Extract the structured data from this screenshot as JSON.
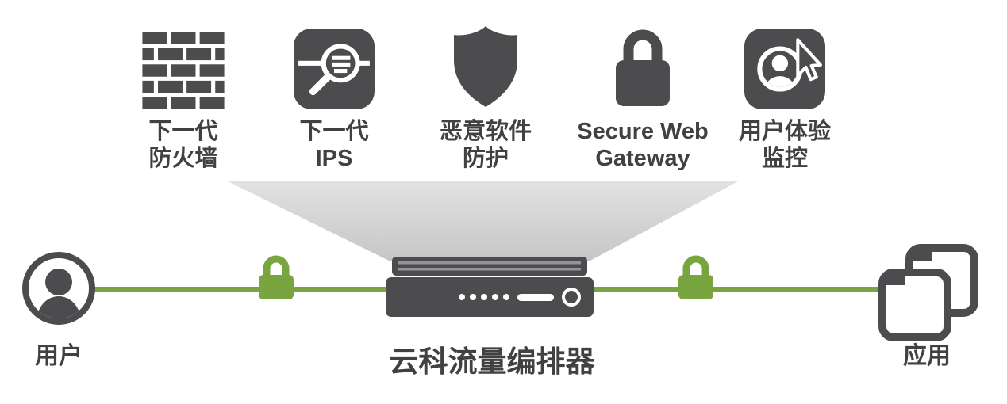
{
  "diagram": {
    "services": [
      {
        "icon": "firewall-bricks-icon",
        "label_lines": [
          "下一代",
          "防火墙"
        ]
      },
      {
        "icon": "ips-magnifier-icon",
        "label_lines": [
          "下一代",
          "IPS"
        ]
      },
      {
        "icon": "malware-shield-icon",
        "label_lines": [
          "恶意软件",
          "防护"
        ]
      },
      {
        "icon": "swg-lock-icon",
        "label_lines": [
          "Secure Web",
          "Gateway"
        ]
      },
      {
        "icon": "ux-monitor-icon",
        "label_lines": [
          "用户体验",
          "监控"
        ]
      }
    ],
    "endpoints": {
      "user": "用户",
      "app": "应用"
    },
    "orchestrator": "云科流量编排器",
    "colors": {
      "dark_gray": "#4c4c4e",
      "green": "#78a53f",
      "funnel_gray": "#d6d6d6"
    }
  }
}
